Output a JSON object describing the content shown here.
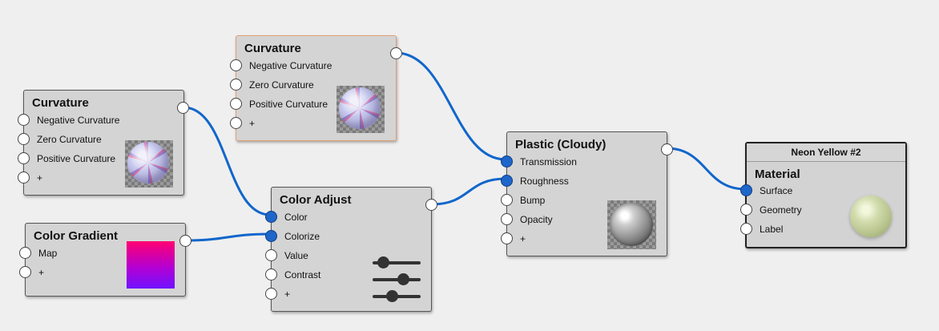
{
  "editor": {
    "accent_color": "#1e66c9",
    "wire_color": "#1166cc",
    "background_color": "#efefef"
  },
  "nodes": {
    "curvature_top": {
      "title": "Curvature",
      "inputs": [
        "Negative Curvature",
        "Zero Curvature",
        "Positive Curvature",
        "+"
      ],
      "preview_icon": "curvature-sphere-preview"
    },
    "curvature_left": {
      "title": "Curvature",
      "inputs": [
        "Negative Curvature",
        "Zero Curvature",
        "Positive Curvature",
        "+"
      ],
      "preview_icon": "curvature-sphere-preview"
    },
    "color_gradient": {
      "title": "Color Gradient",
      "inputs": [
        "Map",
        "+"
      ],
      "swatch_colors": [
        "#ff0070",
        "#b400d2",
        "#7012ff"
      ]
    },
    "color_adjust": {
      "title": "Color Adjust",
      "inputs": [
        "Color",
        "Colorize",
        "Value",
        "Contrast",
        "+"
      ],
      "preview_icon": "sliders-icon"
    },
    "plastic": {
      "title": "Plastic (Cloudy)",
      "inputs": [
        "Transmission",
        "Roughness",
        "Bump",
        "Opacity",
        "+"
      ],
      "preview_icon": "plastic-sphere-preview"
    },
    "material": {
      "header": "Neon Yellow #2",
      "title": "Material",
      "inputs": [
        "Surface",
        "Geometry",
        "Label"
      ],
      "preview_icon": "material-sphere-preview"
    }
  }
}
